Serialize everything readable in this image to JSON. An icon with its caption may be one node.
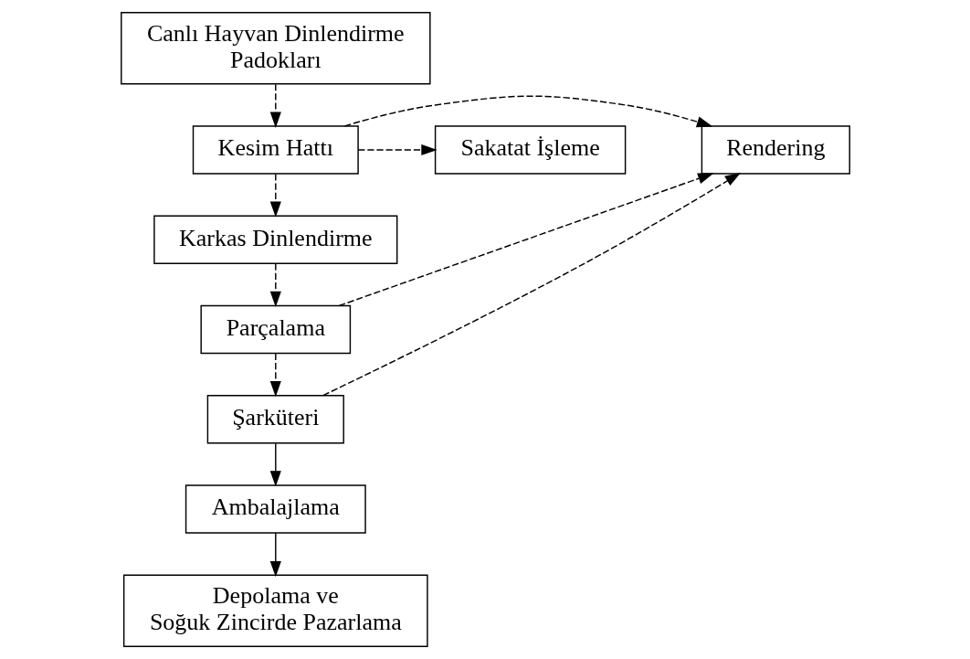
{
  "diagram": {
    "nodes": [
      {
        "text": [
          "Canlı Hayvan Dinlendirme Padokları"
        ]
      },
      {
        "text": [
          "Rendering"
        ]
      },
      {
        "text": [
          "Kesim Hattı"
        ]
      },
      {
        "text": [
          "Sakatat İşleme"
        ]
      },
      {
        "text": [
          "Karkas Dinlendirme"
        ]
      },
      {
        "text": [
          "Parçalama"
        ]
      },
      {
        "text": [
          "Şarküteri"
        ]
      },
      {
        "text": [
          "Ambalajlama"
        ]
      },
      {
        "text": [
          "Depolama ve Soğuk Zincirde Pazarlama"
        ]
      }
    ],
    "edges": [
      {
        "from": 0,
        "to": 2,
        "arrow": "to",
        "style": "dashed"
      },
      {
        "from": 2,
        "to": 1,
        "arrow": "to",
        "style": "dashed"
      },
      {
        "from": 2,
        "to": 3,
        "arrow": "to",
        "style": "dashed"
      },
      {
        "from": 2,
        "to": 4,
        "arrow": "to",
        "style": "dashed"
      },
      {
        "from": 4,
        "to": 5,
        "arrow": "to",
        "style": "dashed"
      },
      {
        "from": 5,
        "to": 1,
        "arrow": "to",
        "style": "dashed"
      },
      {
        "from": 5,
        "to": 6,
        "arrow": "to",
        "style": "dashed"
      },
      {
        "from": 6,
        "to": 1,
        "arrow": "to",
        "style": "dashed"
      },
      {
        "from": 6,
        "to": 7,
        "arrow": "to"
      },
      {
        "from": 7,
        "to": 8,
        "arrow": "to"
      }
    ]
  }
}
